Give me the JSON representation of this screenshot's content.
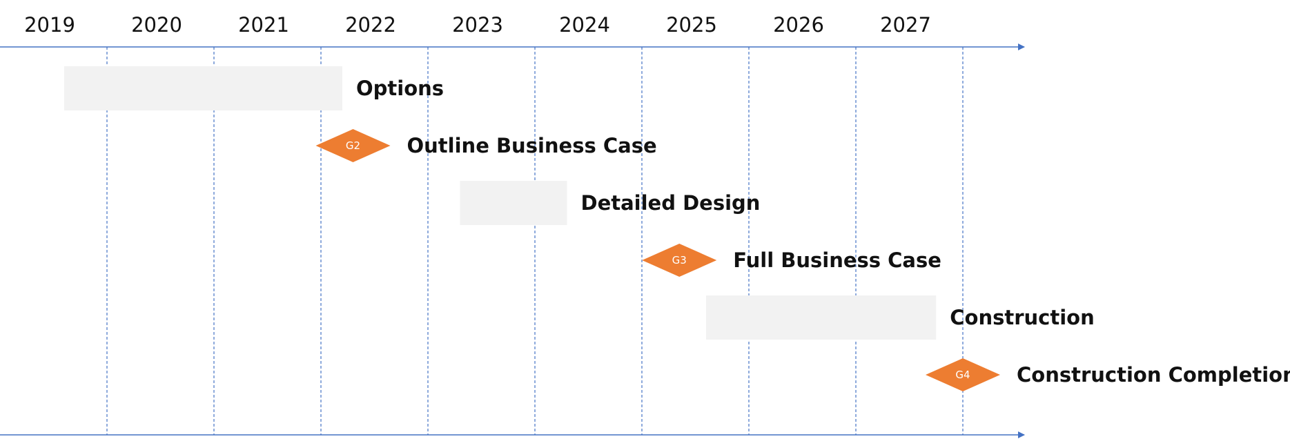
{
  "chart_data": {
    "type": "gantt",
    "years": [
      "2019",
      "2020",
      "2021",
      "2022",
      "2023",
      "2024",
      "2025",
      "2026",
      "2027"
    ],
    "x_range": [
      2019,
      2028
    ],
    "tasks": [
      {
        "label": "Options",
        "kind": "bar",
        "start": 2019.6,
        "end": 2022.2
      },
      {
        "label": "Outline Business Case",
        "kind": "milestone",
        "date": 2022.3,
        "gate": "G2"
      },
      {
        "label": "Detailed Design",
        "kind": "bar",
        "start": 2023.3,
        "end": 2024.3
      },
      {
        "label": "Full Business Case",
        "kind": "milestone",
        "date": 2025.35,
        "gate": "G3"
      },
      {
        "label": "Construction",
        "kind": "bar",
        "start": 2025.6,
        "end": 2027.75
      },
      {
        "label": "Construction Completion",
        "kind": "milestone",
        "date": 2028.0,
        "gate": "G4"
      }
    ],
    "colors": {
      "axis": "#4472C4",
      "grid": "#4472C4",
      "bar": "#F2F2F2",
      "milestone": "#ED7D31",
      "text": "#111111"
    }
  }
}
